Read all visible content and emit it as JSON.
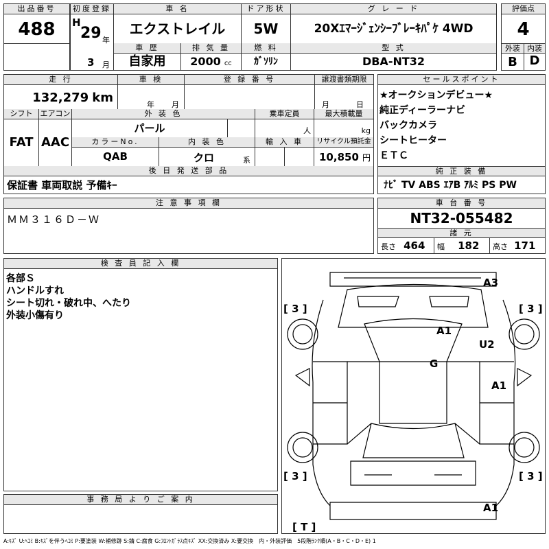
{
  "top": {
    "shuppin_label": "出品番号",
    "shuppin_no": "488",
    "shodo_label": "初度登録",
    "era": "H",
    "year": "29",
    "nen": "年",
    "month": "3",
    "tsuki": "月",
    "shamei_label": "車 名",
    "shamei": "エクストレイル",
    "door_label": "ドア形状",
    "door": "5W",
    "grade_label": "グ レ ー ド",
    "grade": "20Xｴﾏｰｼﾞｪﾝｼｰﾌﾞﾚｰｷﾊﾟｹ 4WD",
    "hyoka_label": "評価点",
    "hyoka": "4",
    "shareki_label": "車 歴",
    "shareki": "自家用",
    "haiki_label": "排 気 量",
    "haiki": "2000",
    "haiki_unit": "cc",
    "nenryo_label": "燃 料",
    "nenryo": "ｶﾞｿﾘﾝ",
    "katashiki_label": "型 式",
    "katashiki": "DBA-NT32",
    "gaiso_label": "外装",
    "gaiso": "B",
    "naiso_label": "内装",
    "naiso": "D"
  },
  "mid": {
    "soko_label": "走 行",
    "soko": "132,279",
    "soko_unit": "km",
    "shaken_label": "車 検",
    "shaken_nen": "年",
    "shaken_tsuki": "月",
    "toroku_label": "登 録 番 号",
    "joto_label": "譲渡書類期限",
    "joto_tsuki": "月",
    "joto_hi": "日",
    "shift_label": "シフト",
    "shift": "FAT",
    "aircon_label": "エアコン",
    "aircon": "AAC",
    "gaisoshoku_label": "外 装 色",
    "gaisoshoku": "パール",
    "color_no_label": "カラーNo.",
    "color_no": "QAB",
    "naisoshoku_label": "内 装 色",
    "naisoshoku": "クロ",
    "kei": "系",
    "teiin_label": "乗車定員",
    "teiin_unit": "人",
    "sekisai_label": "最大積載量",
    "sekisai_unit": "kg",
    "yunyu_label": "輸 入 車",
    "recycle_label": "リサイクル預託金",
    "recycle": "10,850",
    "recycle_unit": "円",
    "kohatsu_label": "後 日 発 送 部 品",
    "kohatsu": "保証書 車両取説 予備ｷｰ"
  },
  "sales": {
    "label": "セールスポイント",
    "points": [
      "★オークションデビュー★",
      "純正ディーラーナビ",
      "バックカメラ",
      "シートヒーター",
      "ＥＴＣ"
    ],
    "junsei_label": "純 正 装 備",
    "junsei": "ﾅﾋﾞ  TV  ABS ｴｱB ｱﾙﾐ PS PW"
  },
  "notes": {
    "label": "注 意 事 項 欄",
    "text": "ＭＭ３１６Ｄ－Ｗ"
  },
  "chassis": {
    "label": "車 台 番 号",
    "number": "NT32-055482",
    "shogen_label": "諸 元",
    "naga_label": "長さ",
    "naga": "464",
    "haba_label": "幅",
    "haba": "182",
    "taka_label": "高さ",
    "taka": "171"
  },
  "inspector": {
    "label": "検 査 員 記 入 欄",
    "lines": [
      "各部Ｓ",
      "ハンドルすれ",
      "シート切れ・破れ中、へたり",
      "外装小傷有り"
    ]
  },
  "office": {
    "label": "事 務 局 よ り ご 案 内"
  },
  "diagram": {
    "marks": [
      "A3",
      "A1",
      "U2",
      "G",
      "A1",
      "A1"
    ],
    "tires": [
      "[ 3 ]",
      "[ 3 ]",
      "[ 3 ]",
      "[ 3 ]"
    ],
    "trunk": "[ T ]"
  },
  "legend": "A:ｷｽﾞ U:ﾍｺﾐ B:ｷｽﾞを伴うﾍｺﾐ P:要塗装 W:補修跡 S:錆 C:腐食 G:ﾌﾛﾝﾄｶﾞﾗｽ点ｷｽﾞ XX:交換済み X:要交換　内・外装評価　5段階ﾗﾝｸ順(A・B・C・D・E) 1"
}
